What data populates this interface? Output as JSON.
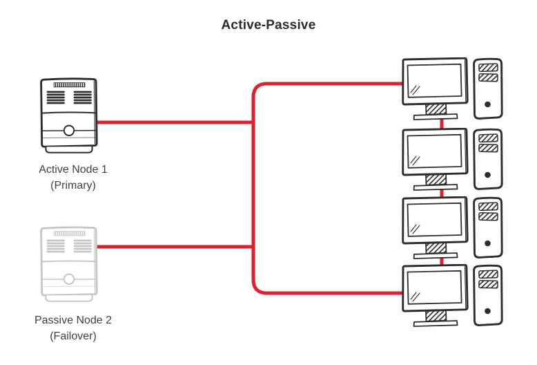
{
  "title": "Active-Passive",
  "colors": {
    "accent": "#de212e",
    "ink": "#2e2d2c",
    "muted_ink": "#c8c7c6",
    "label": "#403f41",
    "title": "#2b2a2d",
    "bg": "#ffffff"
  },
  "nodes": {
    "active": {
      "label": "Active Node 1",
      "sublabel": "(Primary)",
      "icon": "server-icon",
      "state": "active"
    },
    "passive": {
      "label": "Passive Node 2",
      "sublabel": "(Failover)",
      "icon": "server-icon",
      "state": "passive"
    }
  },
  "clients": {
    "count": 4,
    "icon": "workstation-icon"
  },
  "connections": {
    "style": "solid",
    "color": "#de212e",
    "links": [
      {
        "from": "active-node-1",
        "to": "client-trunk"
      },
      {
        "from": "passive-node-2",
        "to": "client-trunk"
      },
      {
        "from": "client-trunk",
        "to": "workstation-1"
      },
      {
        "from": "client-trunk",
        "to": "workstation-4"
      },
      {
        "from": "workstation-1",
        "to": "workstation-2"
      },
      {
        "from": "workstation-2",
        "to": "workstation-3"
      },
      {
        "from": "workstation-3",
        "to": "workstation-4"
      }
    ]
  }
}
